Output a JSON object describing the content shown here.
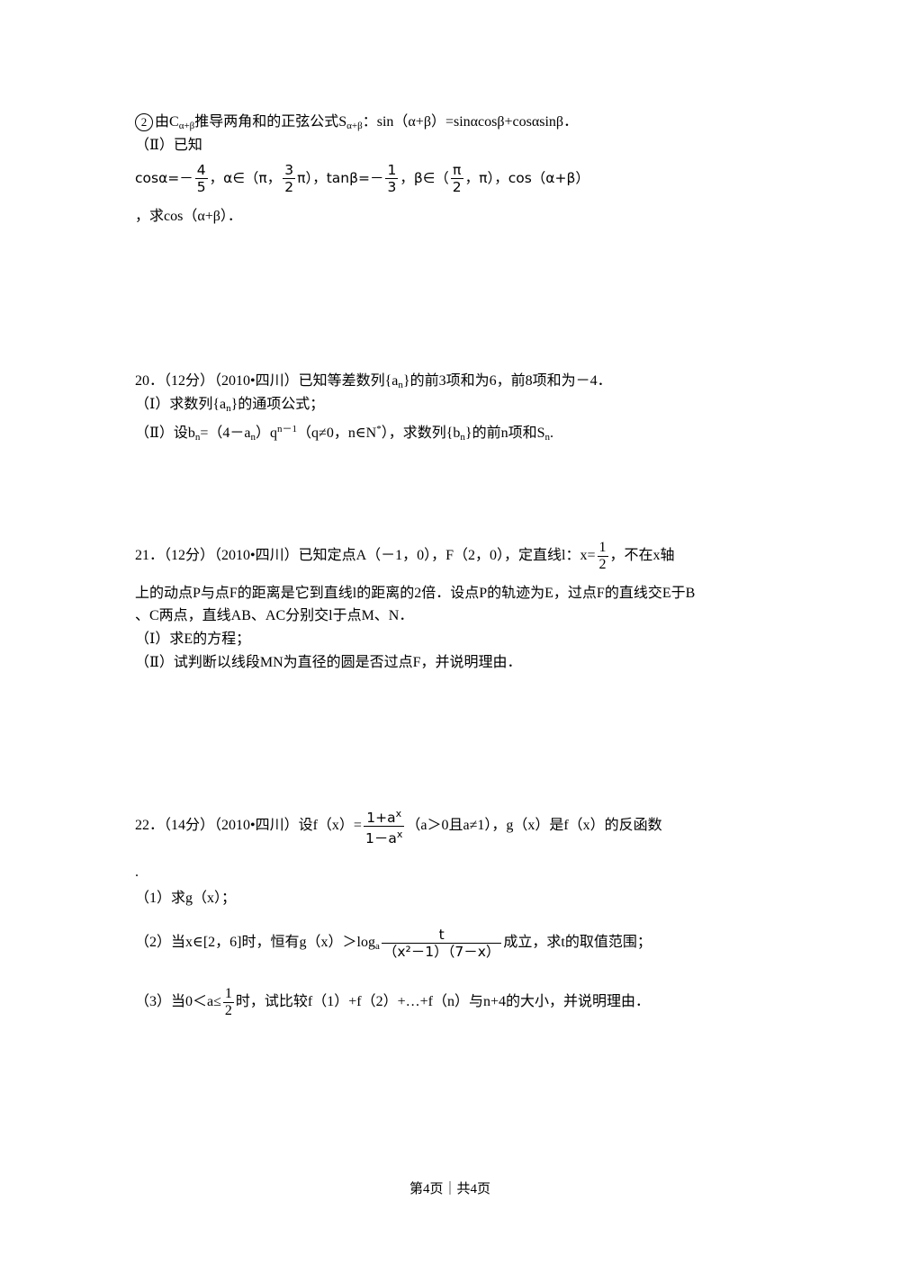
{
  "q19": {
    "l1_a": "由C",
    "l1_sub1": "α+β",
    "l1_b": "推导两角和的正弦公式S",
    "l1_sub2": "α+β",
    "l1_c": "：sin（α+β）=sinαcosβ+cosαsinβ．",
    "l2": "（Ⅱ）已知",
    "l3_a": "cosα=－",
    "l3_f1n": "4",
    "l3_f1d": "5",
    "l3_b": "，α∈（π，",
    "l3_f2n": "3",
    "l3_f2d": "2",
    "l3_c": "π），tanβ=－",
    "l3_f3n": "1",
    "l3_f3d": "3",
    "l3_d": "，β∈（",
    "l3_f4n": "π",
    "l3_f4d": "2",
    "l3_e": "，π），cos（α+β）",
    "l4": "，求cos（α+β）．"
  },
  "q20": {
    "l1_a": "20．（12分）（2010•四川）已知等差数列{a",
    "l1_sub": "n",
    "l1_b": "}的前3项和为6，前8项和为－4．",
    "l2_a": "（Ⅰ）求数列{a",
    "l2_sub": "n",
    "l2_b": "}的通项公式；",
    "l3_a": "（Ⅱ）设b",
    "l3_sub1": "n",
    "l3_b": "=（4－a",
    "l3_sub2": "n",
    "l3_c": "）q",
    "l3_sup1": "n－1",
    "l3_d": "（q≠0，n∈N",
    "l3_sup2": "*",
    "l3_e": "），求数列{b",
    "l3_sub3": "n",
    "l3_f": "}的前n项和S",
    "l3_sub4": "n",
    "l3_g": "."
  },
  "q21": {
    "l1_a": "21．（12分）（2010•四川）已知定点A（－1，0），F（2，0），定直线l：x=",
    "l1_fn": "1",
    "l1_fd": "2",
    "l1_b": "，不在x轴",
    "l2": "上的动点P与点F的距离是它到直线l的距离的2倍．设点P的轨迹为E，过点F的直线交E于B",
    "l3": "、C两点，直线AB、AC分别交l于点M、N．",
    "l4": "（Ⅰ）求E的方程；",
    "l5": "（Ⅱ）试判断以线段MN为直径的圆是否过点F，并说明理由．"
  },
  "q22": {
    "l1_a": "22．（14分）（2010•四川）设f（x）=",
    "l1_fn_a": "1+a",
    "l1_fn_sup": "x",
    "l1_fd_a": "1－a",
    "l1_fd_sup": "x",
    "l1_b": "（a＞0且a≠1），g（x）是f（x）的反函数",
    "l2": ".",
    "l3": "（1）求g（x）；",
    "l4_a": "（2）当x∈[2，6]时，恒有g（x）＞log",
    "l4_sub": "a",
    "l4_fn": "t",
    "l4_fd": "（x²－1）（7－x）",
    "l4_b": "成立，求t的取值范围；",
    "l5_a": "（3）当0＜a≤",
    "l5_fn": "1",
    "l5_fd": "2",
    "l5_b": "时，试比较f（1）+f（2）+…+f（n）与n+4的大小，并说明理由．"
  },
  "footer": "第4页｜共4页"
}
